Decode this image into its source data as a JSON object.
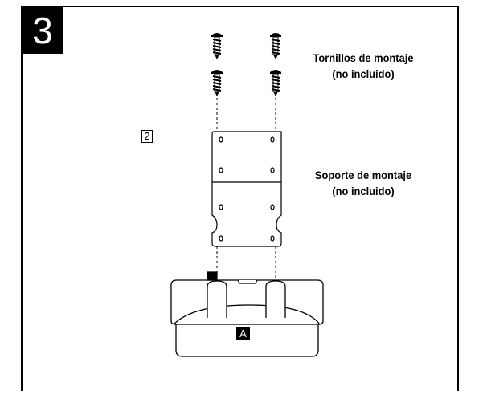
{
  "step": {
    "number": "3"
  },
  "labels": {
    "screws_line1": "Tornillos de montaje",
    "screws_line2": "(no incluido)",
    "bracket_line1": "Soporte de montaje",
    "bracket_line2": "(no incluido)",
    "part_number": "2",
    "part_letter": "A"
  },
  "colors": {
    "ink": "#000000",
    "background": "#ffffff"
  }
}
